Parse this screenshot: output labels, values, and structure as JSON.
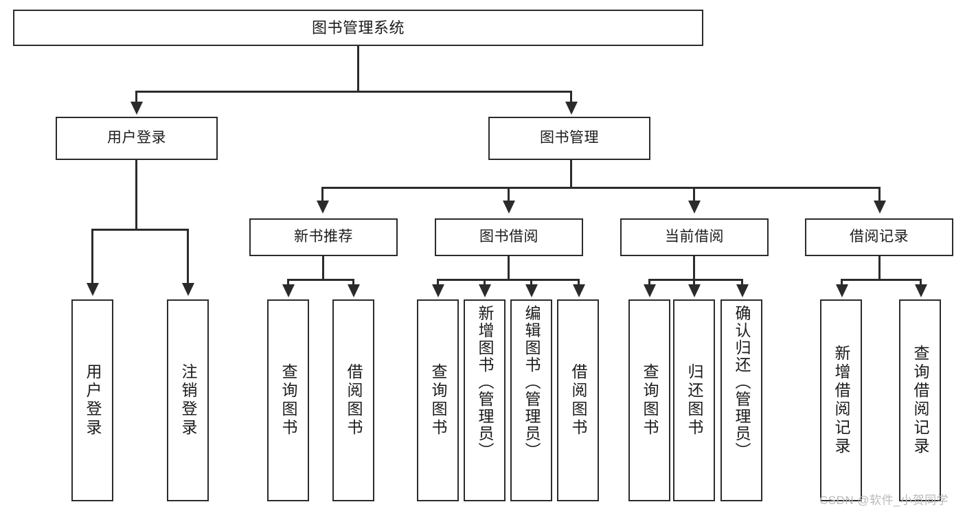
{
  "diagram": {
    "title": "图书管理系统",
    "type": "hierarchy-tree",
    "root": {
      "label": "图书管理系统"
    },
    "level1": [
      {
        "label": "用户登录"
      },
      {
        "label": "图书管理"
      }
    ],
    "level2": [
      {
        "label": "新书推荐"
      },
      {
        "label": "图书借阅"
      },
      {
        "label": "当前借阅"
      },
      {
        "label": "借阅记录"
      }
    ],
    "leaves": {
      "user_login": [
        {
          "label": "用户登录"
        },
        {
          "label": "注销登录"
        }
      ],
      "new_book": [
        {
          "label": "查询图书"
        },
        {
          "label": "借阅图书"
        }
      ],
      "book_borrow": [
        {
          "label": "查询图书"
        },
        {
          "label": "新增图书（管理员）"
        },
        {
          "label": "编辑图书（管理员）"
        },
        {
          "label": "借阅图书"
        }
      ],
      "current_borrow": [
        {
          "label": "查询图书"
        },
        {
          "label": "归还图书"
        },
        {
          "label": "确认归还（管理员）"
        }
      ],
      "borrow_record": [
        {
          "label": "新增借阅记录"
        },
        {
          "label": "查询借阅记录"
        }
      ]
    }
  },
  "watermark": {
    "text": "CSDN @软件_小贺同学"
  },
  "colors": {
    "stroke": "#2b2b2b",
    "fill": "#ffffff",
    "text": "#1b1b1b",
    "watermark": "#b9b9b9"
  }
}
